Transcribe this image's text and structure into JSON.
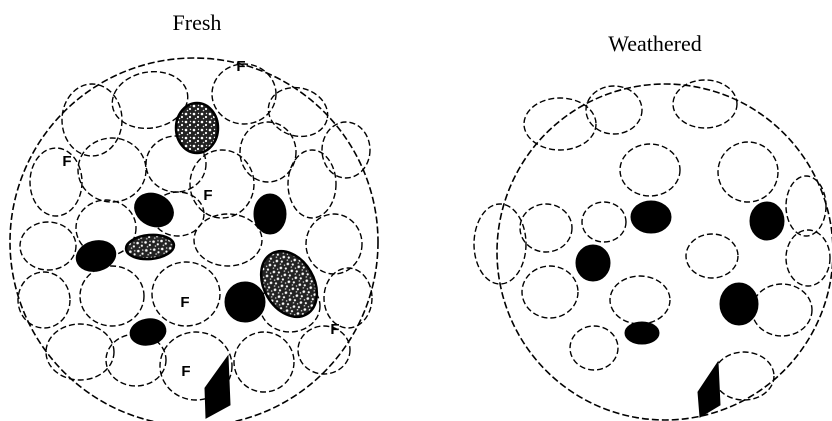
{
  "panels": {
    "fresh": {
      "title": "Fresh"
    },
    "weathered": {
      "title": "Weathered"
    }
  },
  "grain_label": "F",
  "colors": {
    "ink": "#000000",
    "background": "#ffffff"
  }
}
